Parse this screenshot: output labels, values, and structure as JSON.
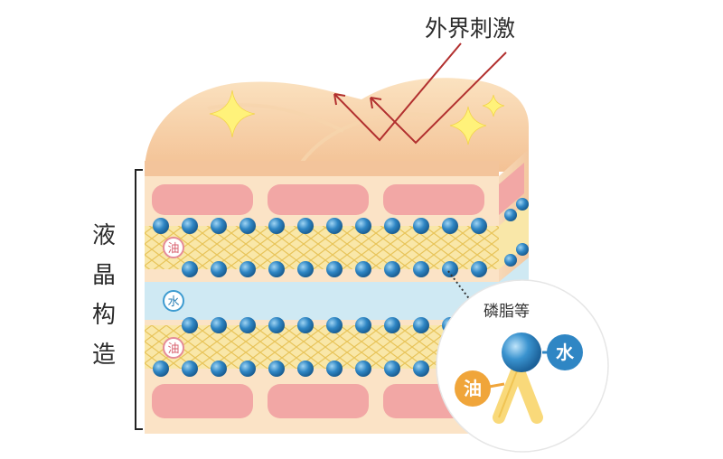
{
  "labels": {
    "external_stimulus": "外界刺激",
    "liquid_crystal_structure": [
      "液",
      "晶",
      "构",
      "造"
    ],
    "phospholipid": "磷脂等",
    "oil": "油",
    "water": "水"
  },
  "colors": {
    "skin_top": "#f7cfa4",
    "skin_body": "#fbe3c6",
    "pink_cell": "#f2a7a5",
    "water_layer": "#cfe9f3",
    "lipid_lattice": "#f3d77a",
    "bead_blue": "#2f86c4",
    "arrow_red": "#b2302f",
    "sparkle": "#fff27a",
    "oil_badge": "#f0a53a",
    "water_badge": "#2f86c4"
  },
  "icons": {
    "sparkle": "sparkle-icon",
    "arrow": "reflect-arrow-icon",
    "bracket": "left-bracket-icon"
  }
}
